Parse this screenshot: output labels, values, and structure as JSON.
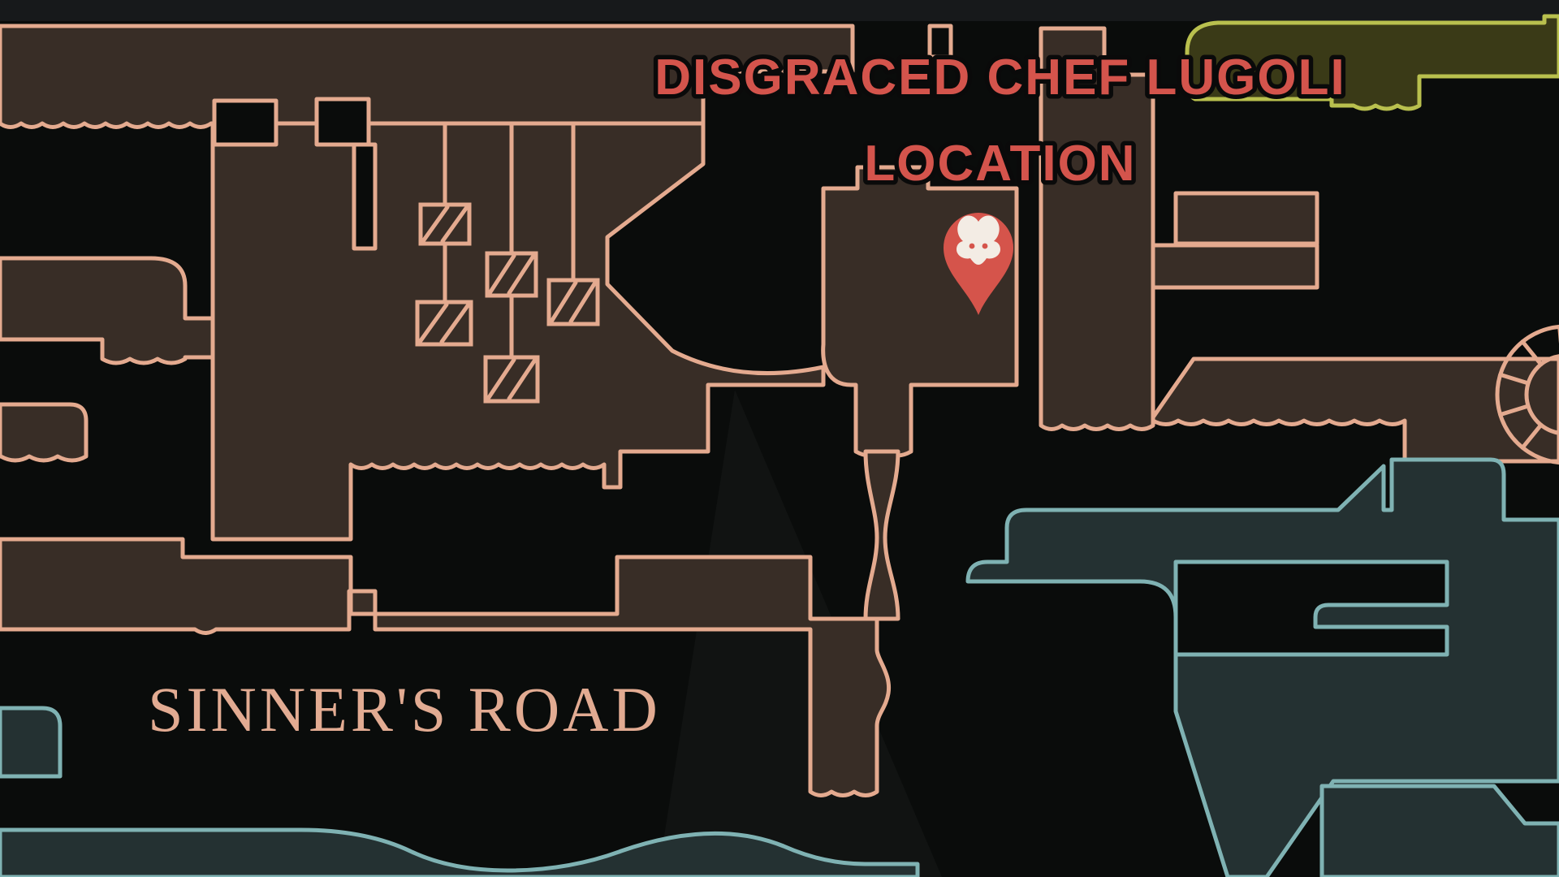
{
  "screen": {
    "kind": "game-map-screenshot",
    "background": {
      "base": "#0a0c0b",
      "top_strip": "#17191b",
      "shadow_cone": "#131514"
    }
  },
  "annotation": {
    "title_line1": "DISGRACED CHEF LUGOLI",
    "title_line2": "LOCATION",
    "title_color": "#d4544c",
    "outline_color": "#0a0a0a"
  },
  "region_label": {
    "text": "SINNER'S ROAD",
    "color": "#e2ab92"
  },
  "marker": {
    "icon": "bat-face-pin",
    "pin_color": "#d5544b",
    "face_color": "#f3ece4"
  },
  "zones": {
    "sinners_road": {
      "name": "sinners-road-rooms",
      "fill": "#382d26",
      "outline": "#e4aa8f"
    },
    "yellow_zone": {
      "name": "upper-right-zone",
      "fill": "#3a3a17",
      "outline": "#b9c04e"
    },
    "teal_zone": {
      "name": "lower-right-zone",
      "fill": "#243132",
      "outline": "#7fb2b3"
    }
  },
  "decorations": {
    "hanging_cages": 5,
    "wheel_spokes": 6
  }
}
